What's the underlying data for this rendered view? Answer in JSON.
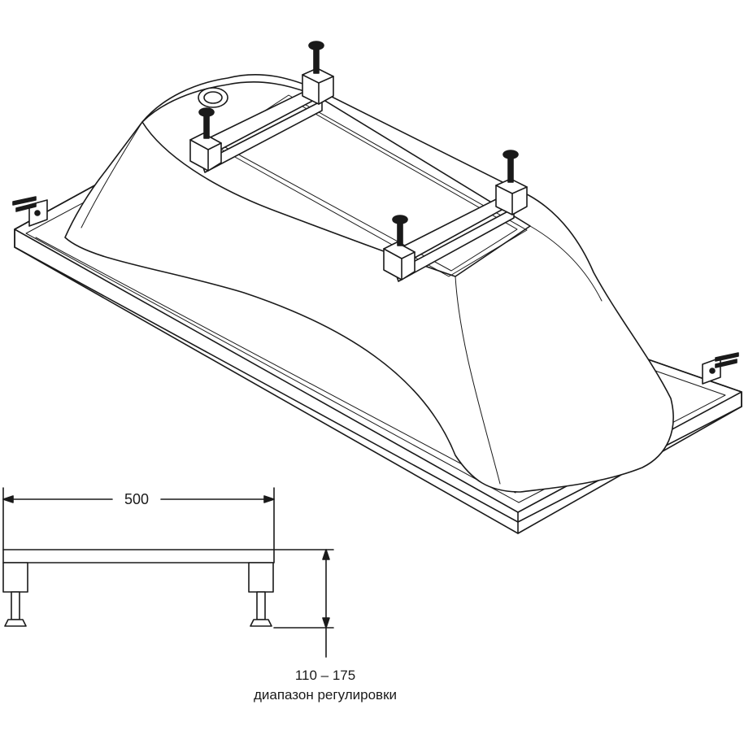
{
  "dimensions": {
    "frame_width": "500",
    "height_range": "110 – 175",
    "height_range_caption": "диапазон регулировки"
  },
  "colors": {
    "line": "#1a1a1a",
    "background": "#ffffff"
  }
}
